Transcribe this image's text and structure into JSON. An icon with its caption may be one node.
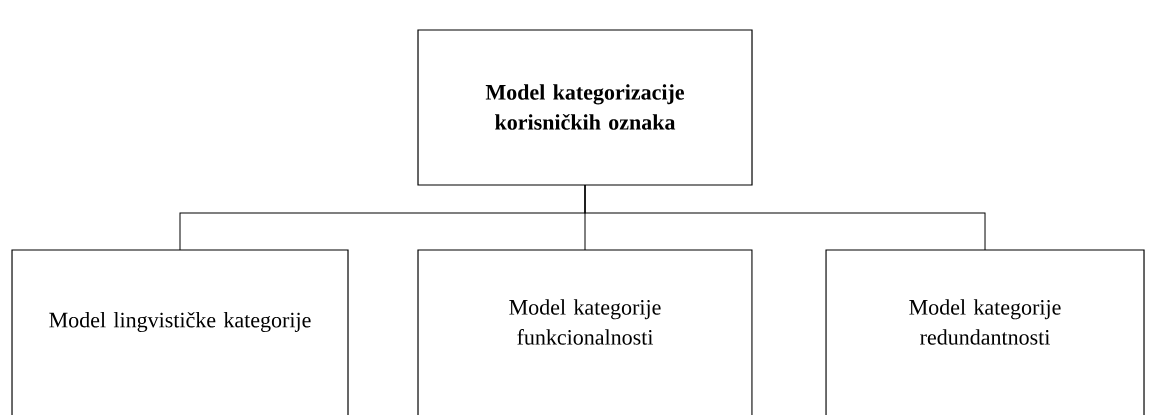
{
  "diagram": {
    "nodes": [
      {
        "text": [
          "**Model kategorizacije korisničkih oznaka**"
        ]
      },
      {
        "text": [
          "Model lingvističke kategorije"
        ]
      },
      {
        "text": [
          "Model kategorije funkcionalnosti"
        ]
      },
      {
        "text": [
          "Model kategorije redundantnosti"
        ]
      }
    ],
    "edges": [
      {
        "from": 0,
        "to": 1,
        "arrow": "none"
      },
      {
        "from": 0,
        "to": 2,
        "arrow": "none"
      },
      {
        "from": 0,
        "to": 3,
        "arrow": "none"
      }
    ]
  }
}
